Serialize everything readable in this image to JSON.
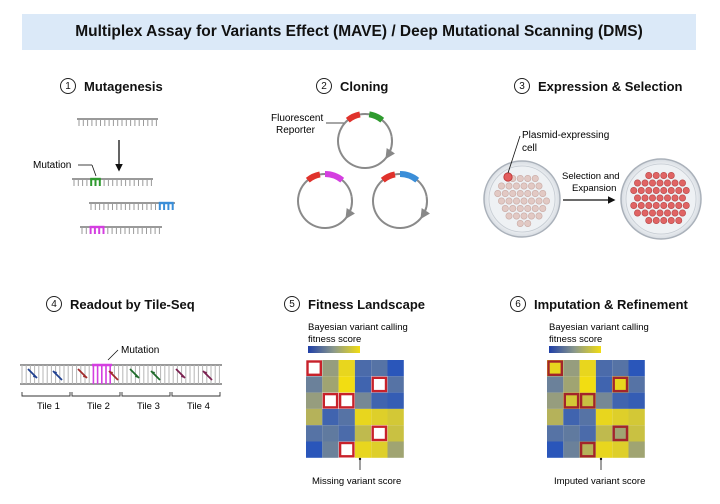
{
  "title": "Multiplex Assay for Variants Effect (MAVE) / Deep Mutational Scanning (DMS)",
  "steps": [
    {
      "number": "1",
      "title": "Mutagenesis"
    },
    {
      "number": "2",
      "title": "Cloning"
    },
    {
      "number": "3",
      "title": "Expression & Selection"
    },
    {
      "number": "4",
      "title": "Readout by Tile-Seq"
    },
    {
      "number": "5",
      "title": "Fitness Landscape"
    },
    {
      "number": "6",
      "title": "Imputation & Refinement"
    }
  ],
  "mutagenesis": {
    "mutation_label": "Mutation"
  },
  "cloning": {
    "reporter_label_line1": "Fluorescent",
    "reporter_label_line2": "Reporter"
  },
  "selection": {
    "cell_label_line1": "Plasmid-expressing",
    "cell_label_line2": "cell",
    "arrow_label_line1": "Selection and",
    "arrow_label_line2": "Expansion"
  },
  "tileseq": {
    "mutation_label": "Mutation",
    "tiles": [
      "Tile 1",
      "Tile 2",
      "Tile 3",
      "Tile 4"
    ]
  },
  "landscape": {
    "scale_label_line1": "Bayesian variant calling",
    "scale_label_line2": "fitness score",
    "missing_label": "Missing variant score"
  },
  "imputation": {
    "scale_label_line1": "Bayesian variant calling",
    "scale_label_line2": "fitness score",
    "imputed_label": "Imputed variant score"
  },
  "colors": {
    "banner": "#dbe9f8",
    "heat_low": "#1f4fbf",
    "heat_high": "#f2dd12",
    "mutation_green": "#2e9a2e",
    "mutation_blue": "#3b8ed8",
    "mutation_magenta": "#d43fe0",
    "reporter_red": "#e0322c",
    "missing_outline": "#c8212a",
    "imputed_outline": "#a3242a"
  },
  "heatmap": {
    "rows": 6,
    "cols": 6,
    "landscape_values": [
      [
        0.0,
        0.55,
        0.95,
        0.2,
        0.25,
        0.05
      ],
      [
        0.35,
        0.6,
        1.0,
        0.15,
        0.0,
        0.25
      ],
      [
        0.55,
        0.0,
        0.0,
        0.4,
        0.15,
        0.1
      ],
      [
        0.7,
        0.15,
        0.25,
        0.95,
        0.9,
        0.85
      ],
      [
        0.25,
        0.3,
        0.2,
        0.75,
        0.0,
        0.8
      ],
      [
        0.05,
        0.35,
        0.0,
        0.95,
        0.9,
        0.6
      ]
    ],
    "missing_cells": [
      [
        0,
        0
      ],
      [
        2,
        1
      ],
      [
        2,
        2
      ],
      [
        1,
        4
      ],
      [
        4,
        4
      ],
      [
        5,
        2
      ]
    ],
    "imputation_values": [
      [
        0.95,
        0.55,
        0.95,
        0.2,
        0.25,
        0.05
      ],
      [
        0.35,
        0.6,
        1.0,
        0.15,
        0.95,
        0.25
      ],
      [
        0.55,
        0.85,
        0.8,
        0.4,
        0.15,
        0.1
      ],
      [
        0.7,
        0.15,
        0.25,
        0.95,
        0.9,
        0.85
      ],
      [
        0.25,
        0.3,
        0.2,
        0.75,
        0.6,
        0.8
      ],
      [
        0.05,
        0.35,
        0.7,
        0.95,
        0.9,
        0.6
      ]
    ]
  }
}
